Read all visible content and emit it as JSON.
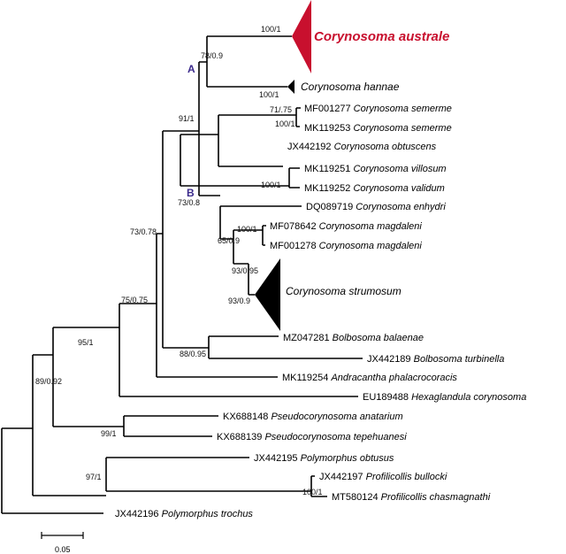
{
  "taxa": {
    "t1": "Corynosoma australe",
    "t2": "Corynosoma hannae",
    "t3": {
      "acc": "MF001277",
      "sp": "Corynosoma semerme"
    },
    "t4": {
      "acc": "MK119253",
      "sp": "Corynosoma semerme"
    },
    "t5": {
      "acc": "JX442192",
      "sp": "Corynosoma obtuscens"
    },
    "t6": {
      "acc": "MK119251",
      "sp": "Corynosoma villosum"
    },
    "t7": {
      "acc": "MK119252",
      "sp": "Corynosoma validum"
    },
    "t8": {
      "acc": "DQ089719",
      "sp": "Corynosoma enhydri"
    },
    "t9": {
      "acc": "MF078642",
      "sp": "Corynosoma magdaleni"
    },
    "t10": {
      "acc": "MF001278",
      "sp": "Corynosoma magdaleni"
    },
    "t11": "Corynosoma strumosum",
    "t12": {
      "acc": "MZ047281",
      "sp": "Bolbosoma balaenae"
    },
    "t13": {
      "acc": "JX442189",
      "sp": "Bolbosoma turbinella"
    },
    "t14": {
      "acc": "MK119254",
      "sp": "Andracantha phalacrocoracis"
    },
    "t15": {
      "acc": "EU189488",
      "sp": "Hexaglandula corynosoma"
    },
    "t16": {
      "acc": "KX688148",
      "sp": "Pseudocorynosoma anatarium"
    },
    "t17": {
      "acc": "KX688139",
      "sp": "Pseudocorynosoma tepehuanesi"
    },
    "t18": {
      "acc": "JX442195",
      "sp": "Polymorphus obtusus"
    },
    "t19": {
      "acc": "JX442197",
      "sp": "Profilicollis bullocki"
    },
    "t20": {
      "acc": "MT580124",
      "sp": "Profilicollis chasmagnathi"
    },
    "t21": {
      "acc": "JX442196",
      "sp": "Polymorphus trochus"
    }
  },
  "support": {
    "australe": "100/1",
    "hannae": "100/1",
    "cladeA": "78/0.9",
    "semerme_pair": "71/.75",
    "semerme_group": "100/1",
    "villosum_validum": "100/1",
    "cladeB_main": "91/1",
    "cladeB": "73/0.8",
    "magdaleni": "100/1",
    "enhydri_group": "65/0.9",
    "magdaleni_strumosum": "93/0.95",
    "strumosum": "93/0.9",
    "corynosoma_group": "73/0.78",
    "bolbosoma": "88/0.95",
    "corynosoma_bolbosoma": "75/0.75",
    "with_hexaglandula": "95/1",
    "pseudocorynosoma": "99/1",
    "with_pseudocorynosoma": "89/0.92",
    "profilicollis": "100/1",
    "polymorphus_profilicollis": "97/1"
  },
  "clade_labels": {
    "A": "A",
    "B": "B"
  },
  "scale_bar": {
    "label": "0.05"
  },
  "colors": {
    "highlight": "#c8102e",
    "clade_label": "#3b2a8c",
    "collapsed": "#000000"
  }
}
